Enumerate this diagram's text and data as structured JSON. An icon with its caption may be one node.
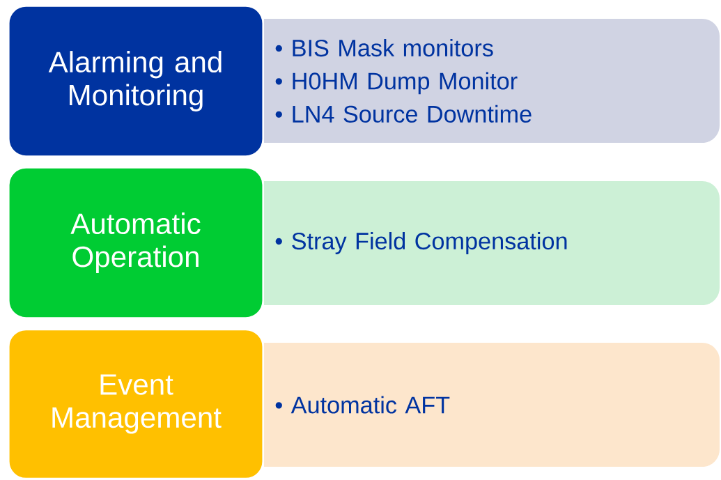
{
  "diagram": {
    "nodes": [
      {
        "text": [
          "Alarming and Monitoring"
        ]
      },
      {
        "text": [
          "• BIS Mask monitors",
          "• H0HM Dump Monitor",
          "• LN4 Source Downtime"
        ]
      },
      {
        "text": [
          "Automatic Operation"
        ]
      },
      {
        "text": [
          "• Stray Field Compensation"
        ]
      },
      {
        "text": [
          "Event Management"
        ]
      },
      {
        "text": [
          "• Automatic AFT"
        ]
      }
    ],
    "edges": []
  }
}
